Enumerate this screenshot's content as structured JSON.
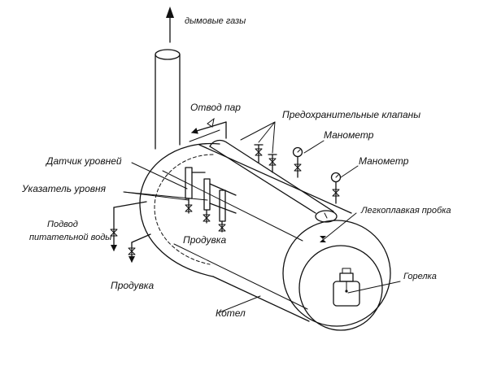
{
  "labels": {
    "flue_gases": "дымовые газы",
    "steam_outlet": "Отвод пар",
    "safety_valves": "Предохранительные клапаны",
    "pressure_gauge_1": "Манометр",
    "pressure_gauge_2": "Манометр",
    "level_sensor": "Датчик уровней",
    "level_indicator": "Указатель уровня",
    "feedwater_line_1": "Подвод",
    "feedwater_line_2": "питательной воды",
    "blowdown_upper": "Продувка",
    "blowdown_lower": "Продувка",
    "fusible_plug": "Легкоплавкая пробка",
    "burner": "Горелка",
    "boiler": "Котел"
  }
}
